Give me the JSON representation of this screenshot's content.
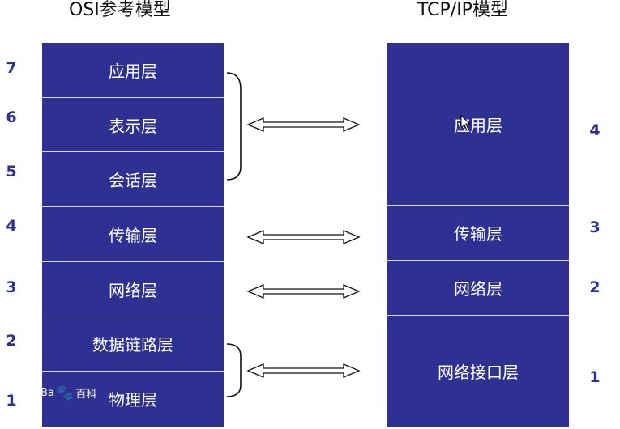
{
  "osi": {
    "title": "OSI参考模型",
    "layers": [
      {
        "num": "7",
        "label": "应用层"
      },
      {
        "num": "6",
        "label": "表示层"
      },
      {
        "num": "5",
        "label": "会话层"
      },
      {
        "num": "4",
        "label": "传输层"
      },
      {
        "num": "3",
        "label": "网络层"
      },
      {
        "num": "2",
        "label": "数据链路层"
      },
      {
        "num": "1",
        "label": "物理层"
      }
    ]
  },
  "tcpip": {
    "title": "TCP/IP模型",
    "layers": [
      {
        "num": "4",
        "label": "应用层"
      },
      {
        "num": "3",
        "label": "传输层"
      },
      {
        "num": "2",
        "label": "网络层"
      },
      {
        "num": "1",
        "label": "网络接口层"
      }
    ]
  },
  "watermark": {
    "left": "Ba",
    "right": "百科"
  },
  "colors": {
    "layer_fill": "#2e3192",
    "number_color": "#2e3192"
  }
}
